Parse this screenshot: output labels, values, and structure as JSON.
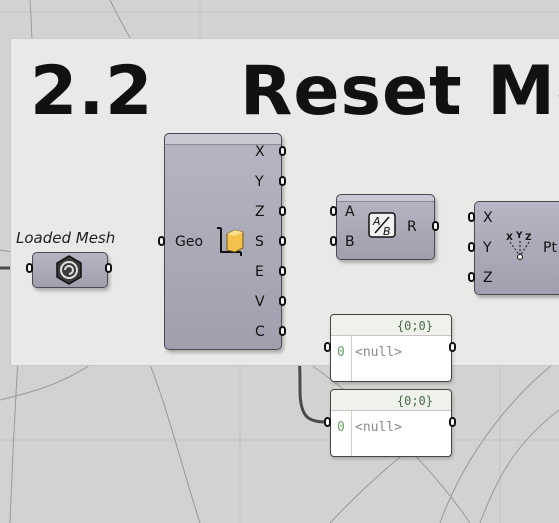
{
  "canvas": {
    "title_number": "2.2",
    "title_text": "Reset Me",
    "colors": {
      "background": "#d2d2d0",
      "group": "#e9e9e7",
      "wire": "#4a4a4a",
      "wire_selected": "#f0643c"
    }
  },
  "mesh_param": {
    "label": "Loaded Mesh",
    "icon": "mesh-param-icon"
  },
  "deconstruct": {
    "input_label": "Geo",
    "icon": "deconstruct-box-icon",
    "outputs": [
      "X",
      "Y",
      "Z",
      "S",
      "E",
      "V",
      "C"
    ]
  },
  "division": {
    "inputs": [
      "A",
      "B"
    ],
    "output": "R",
    "icon": "division-icon"
  },
  "construct_point": {
    "inputs": [
      "X",
      "Y",
      "Z"
    ],
    "output": "Pt",
    "icon": "construct-point-icon"
  },
  "panels": [
    {
      "path": "{0;0}",
      "index": "0",
      "value": "<null>"
    },
    {
      "path": "{0;0}",
      "index": "0",
      "value": "<null>"
    }
  ]
}
